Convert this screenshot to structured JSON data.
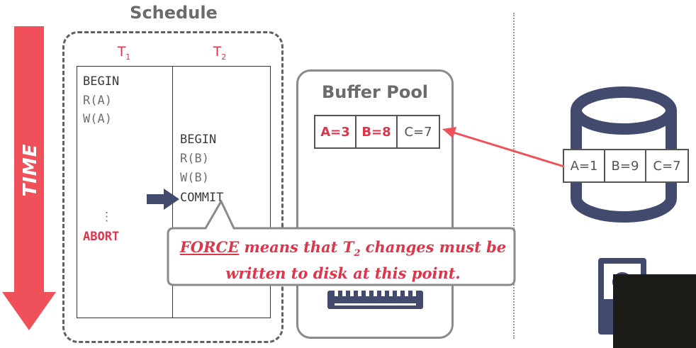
{
  "time_axis": {
    "label": "TIME"
  },
  "schedule": {
    "title": "Schedule",
    "t1_head": "T",
    "t1_sub": "1",
    "t2_head": "T",
    "t2_sub": "2",
    "t1_ops": [
      "BEGIN",
      "R(A)",
      "W(A)"
    ],
    "t1_ellipsis": "⋮",
    "t1_abort": "ABORT",
    "t2_ops": [
      "BEGIN",
      "R(B)",
      "W(B)"
    ],
    "t2_commit": "COMMIT"
  },
  "buffer_pool": {
    "title": "Buffer Pool",
    "cells": [
      {
        "text": "A=3",
        "highlight": true
      },
      {
        "text": "B=8",
        "highlight": true
      },
      {
        "text": "C=7",
        "highlight": false
      }
    ]
  },
  "disk": {
    "cells": [
      "A=1",
      "B=9",
      "C=7"
    ]
  },
  "callout": {
    "keyword": "FORCE",
    "line1_rest": " means that T",
    "sub": "2",
    "line1_end": " changes must be",
    "line2": "written to disk at this point."
  },
  "colors": {
    "accent_red": "#e0344a",
    "arrow_red": "#f0505a",
    "gray_text": "#6b6b6b",
    "pointer_navy": "#424a6e"
  }
}
